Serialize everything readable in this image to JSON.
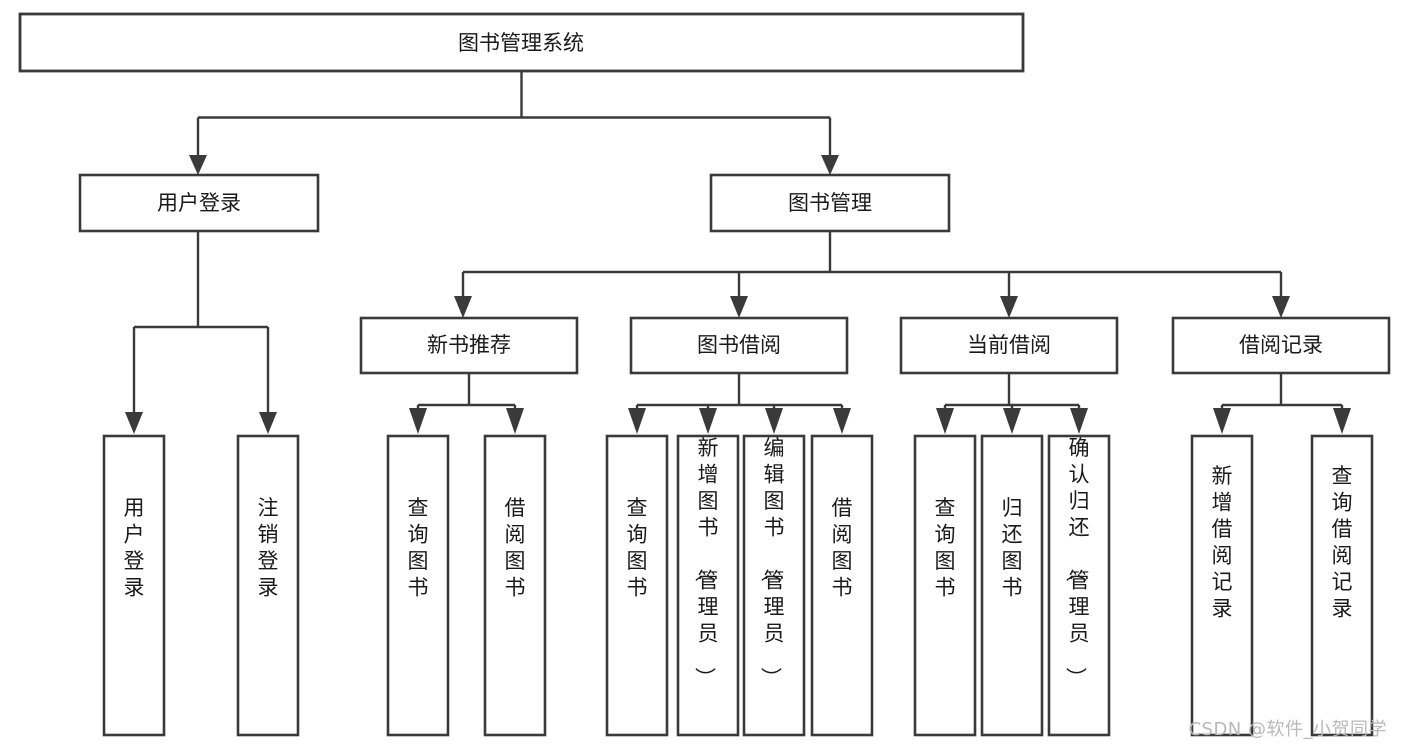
{
  "diagram": {
    "type": "tree",
    "title": "图书管理系统",
    "orientation": "top-down",
    "watermark": "CSDN @软件_小贺同学",
    "colors": {
      "box_stroke": "#3a3a3a",
      "box_fill": "#ffffff",
      "connector": "#3a3a3a",
      "text": "#1a1a1a",
      "watermark": "#b9b9b9",
      "background": "#ffffff"
    },
    "nodes": {
      "root": {
        "label": "图书管理系统"
      },
      "level2": [
        {
          "id": "user-login",
          "label": "用户登录"
        },
        {
          "id": "book-manage",
          "label": "图书管理"
        }
      ],
      "level3": [
        {
          "id": "new-book-rec",
          "label": "新书推荐"
        },
        {
          "id": "book-borrow",
          "label": "图书借阅"
        },
        {
          "id": "current-borrow",
          "label": "当前借阅"
        },
        {
          "id": "borrow-record",
          "label": "借阅记录"
        }
      ],
      "leaves_user_login": [
        {
          "id": "leaf-user-login",
          "label": "用户登录"
        },
        {
          "id": "leaf-user-logout",
          "label": "注销登录"
        }
      ],
      "leaves_new_book_rec": [
        {
          "id": "leaf-query-book-1",
          "label": "查询图书"
        },
        {
          "id": "leaf-borrow-book-1",
          "label": "借阅图书"
        }
      ],
      "leaves_book_borrow": [
        {
          "id": "leaf-query-book-2",
          "label": "查询图书"
        },
        {
          "id": "leaf-add-book",
          "label": "新增图书（管理员）"
        },
        {
          "id": "leaf-edit-book",
          "label": "编辑图书（管理员）"
        },
        {
          "id": "leaf-borrow-book-2",
          "label": "借阅图书"
        }
      ],
      "leaves_current_borrow": [
        {
          "id": "leaf-query-book-3",
          "label": "查询图书"
        },
        {
          "id": "leaf-return-book",
          "label": "归还图书"
        },
        {
          "id": "leaf-confirm-return",
          "label": "确认归还（管理员）"
        }
      ],
      "leaves_borrow_record": [
        {
          "id": "leaf-add-record",
          "label": "新增借阅记录"
        },
        {
          "id": "leaf-query-record",
          "label": "查询借阅记录"
        }
      ]
    }
  }
}
